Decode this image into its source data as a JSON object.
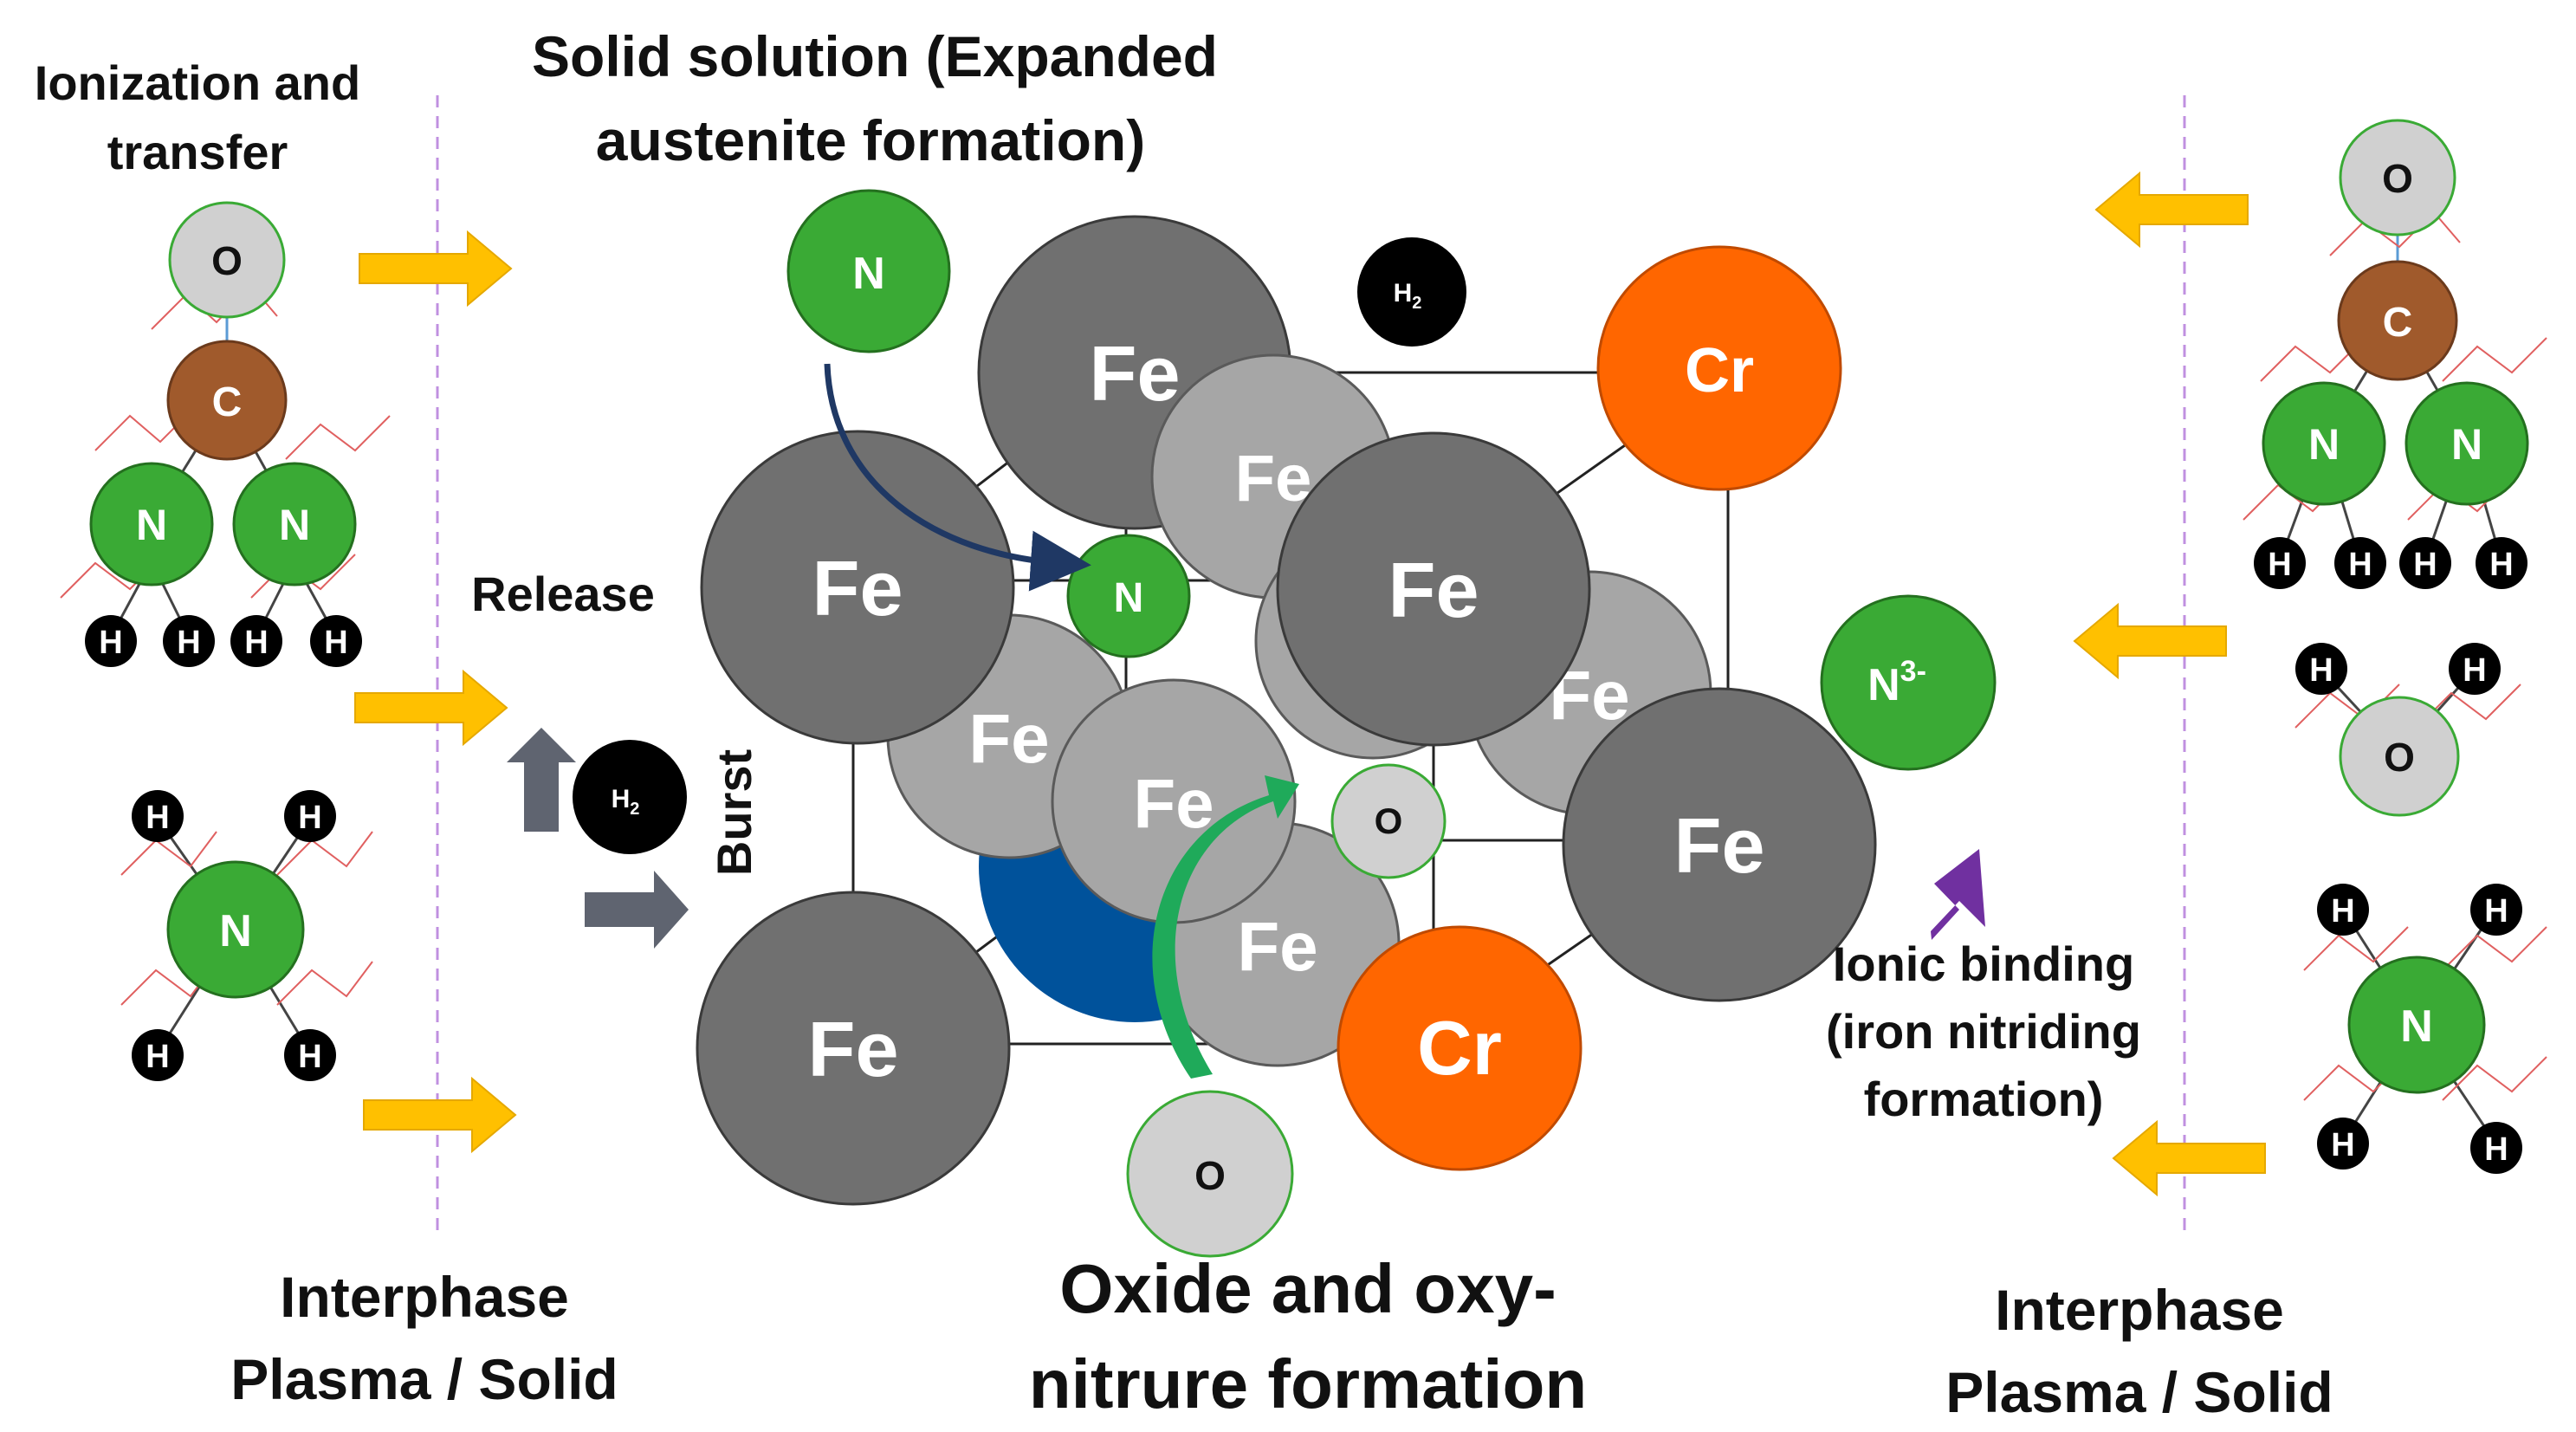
{
  "labels": {
    "ionization_line1": "Ionization and",
    "ionization_line2": "transfer",
    "solid_solution_line1": "Solid solution (Expanded",
    "solid_solution_line2": "austenite formation)",
    "release": "Release",
    "burst": "Burst",
    "ionic_line1": "Ionic binding",
    "ionic_line2": "(iron nitriding",
    "ionic_line3": "formation)",
    "oxide_line1": "Oxide and oxy-",
    "oxide_line2": "nitrure formation",
    "interphase_left_line1": "Interphase",
    "interphase_left_line2": "Plasma / Solid",
    "interphase_right_line1": "Interphase",
    "interphase_right_line2": "Plasma / Solid"
  },
  "atoms": {
    "fe": "Fe",
    "cr": "Cr",
    "n": "N",
    "o": "O",
    "c": "C",
    "h": "H",
    "h2": "H",
    "h2_sub": "2",
    "n3": "N",
    "n3_sup": "3-"
  },
  "colors": {
    "fe_dark": "#707070",
    "fe_light": "#a6a6a6",
    "cr": "#ff6600",
    "n": "#3aaa35",
    "o": "#d0d0d0",
    "c": "#a05a2c",
    "h": "#000000",
    "center_blue": "#00529b",
    "arrow_yellow": "#ffc000",
    "arrow_grey": "#5f6470",
    "arrow_purple": "#7030a0",
    "arrow_green": "#1faa5a",
    "dashed_line": "#c090e0",
    "bond_red": "#e06060"
  }
}
